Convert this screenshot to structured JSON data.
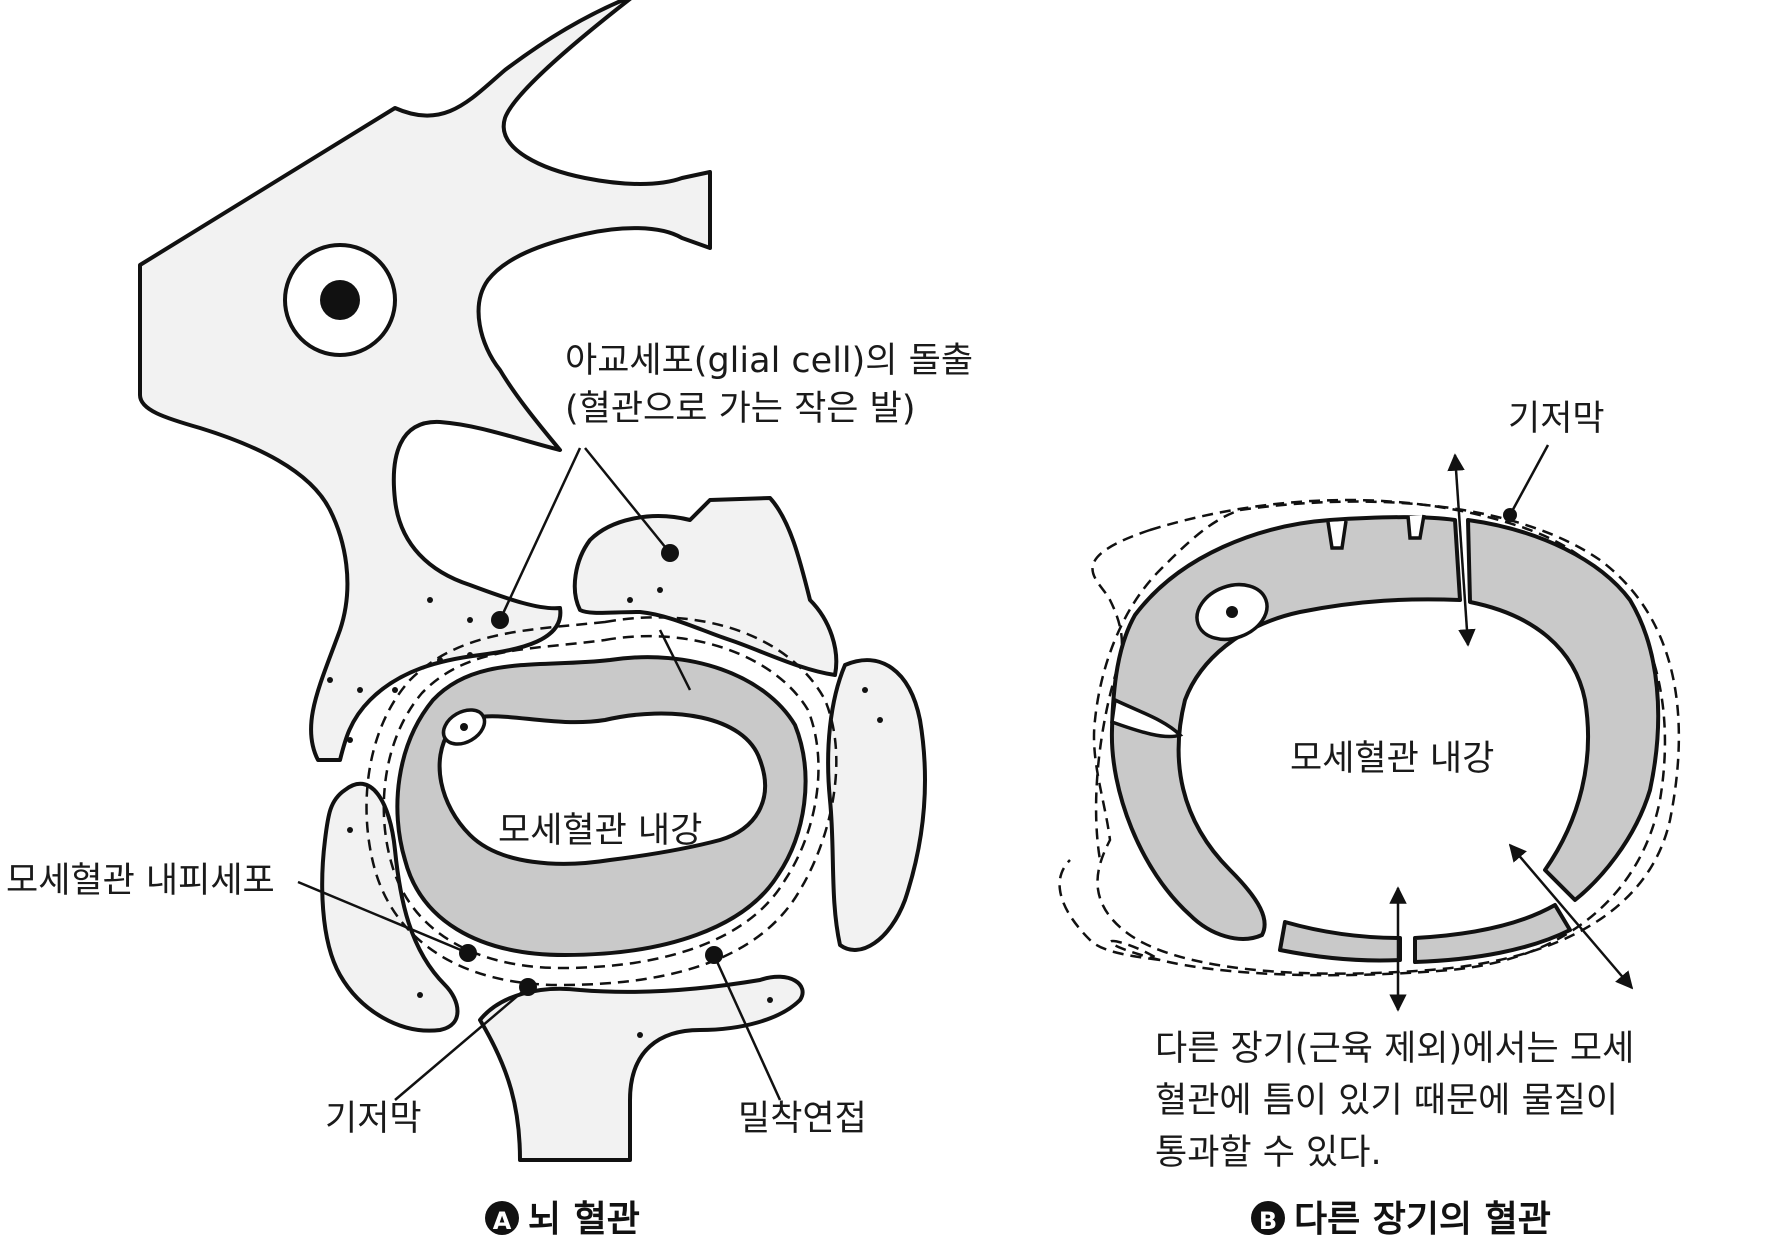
{
  "panel_a": {
    "caption_marker": "A",
    "caption": "뇌 혈관",
    "labels": {
      "glial_foot_line1": "아교세포(glial cell)의 돌출",
      "glial_foot_line2": "(혈관으로 가는 작은 발)",
      "lumen": "모세혈관 내강",
      "endothelial_cell": "모세혈관 내피세포",
      "basement_membrane": "기저막",
      "tight_junction": "밀착연접"
    }
  },
  "panel_b": {
    "caption_marker": "B",
    "caption": "다른 장기의 혈관",
    "labels": {
      "basement_membrane": "기저막",
      "lumen": "모세혈관 내강"
    },
    "note_lines": [
      "다른 장기(근육 제외)에서는 모세",
      "혈관에 틈이 있기 때문에 물질이",
      "통과할 수 있다."
    ]
  }
}
